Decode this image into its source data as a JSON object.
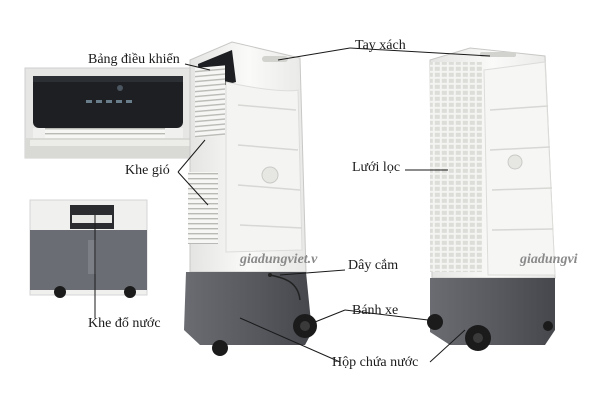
{
  "labels": {
    "control_panel": "Bảng điều khiển",
    "air_vent": "Khe gió",
    "water_inlet": "Khe đổ nước",
    "handle": "Tay xách",
    "filter_mesh": "Lưới lọc",
    "power_cord": "Dây cắm",
    "wheels": "Bánh xe",
    "water_tank": "Hộp chứa nước"
  },
  "watermark": {
    "front": "giadungviet.v",
    "back": "giadungvi"
  },
  "colors": {
    "body_white": "#f2f2f0",
    "tank_gray": "#5e6066",
    "panel_black": "#1d1f22",
    "wheel_black": "#1b1b1b"
  }
}
